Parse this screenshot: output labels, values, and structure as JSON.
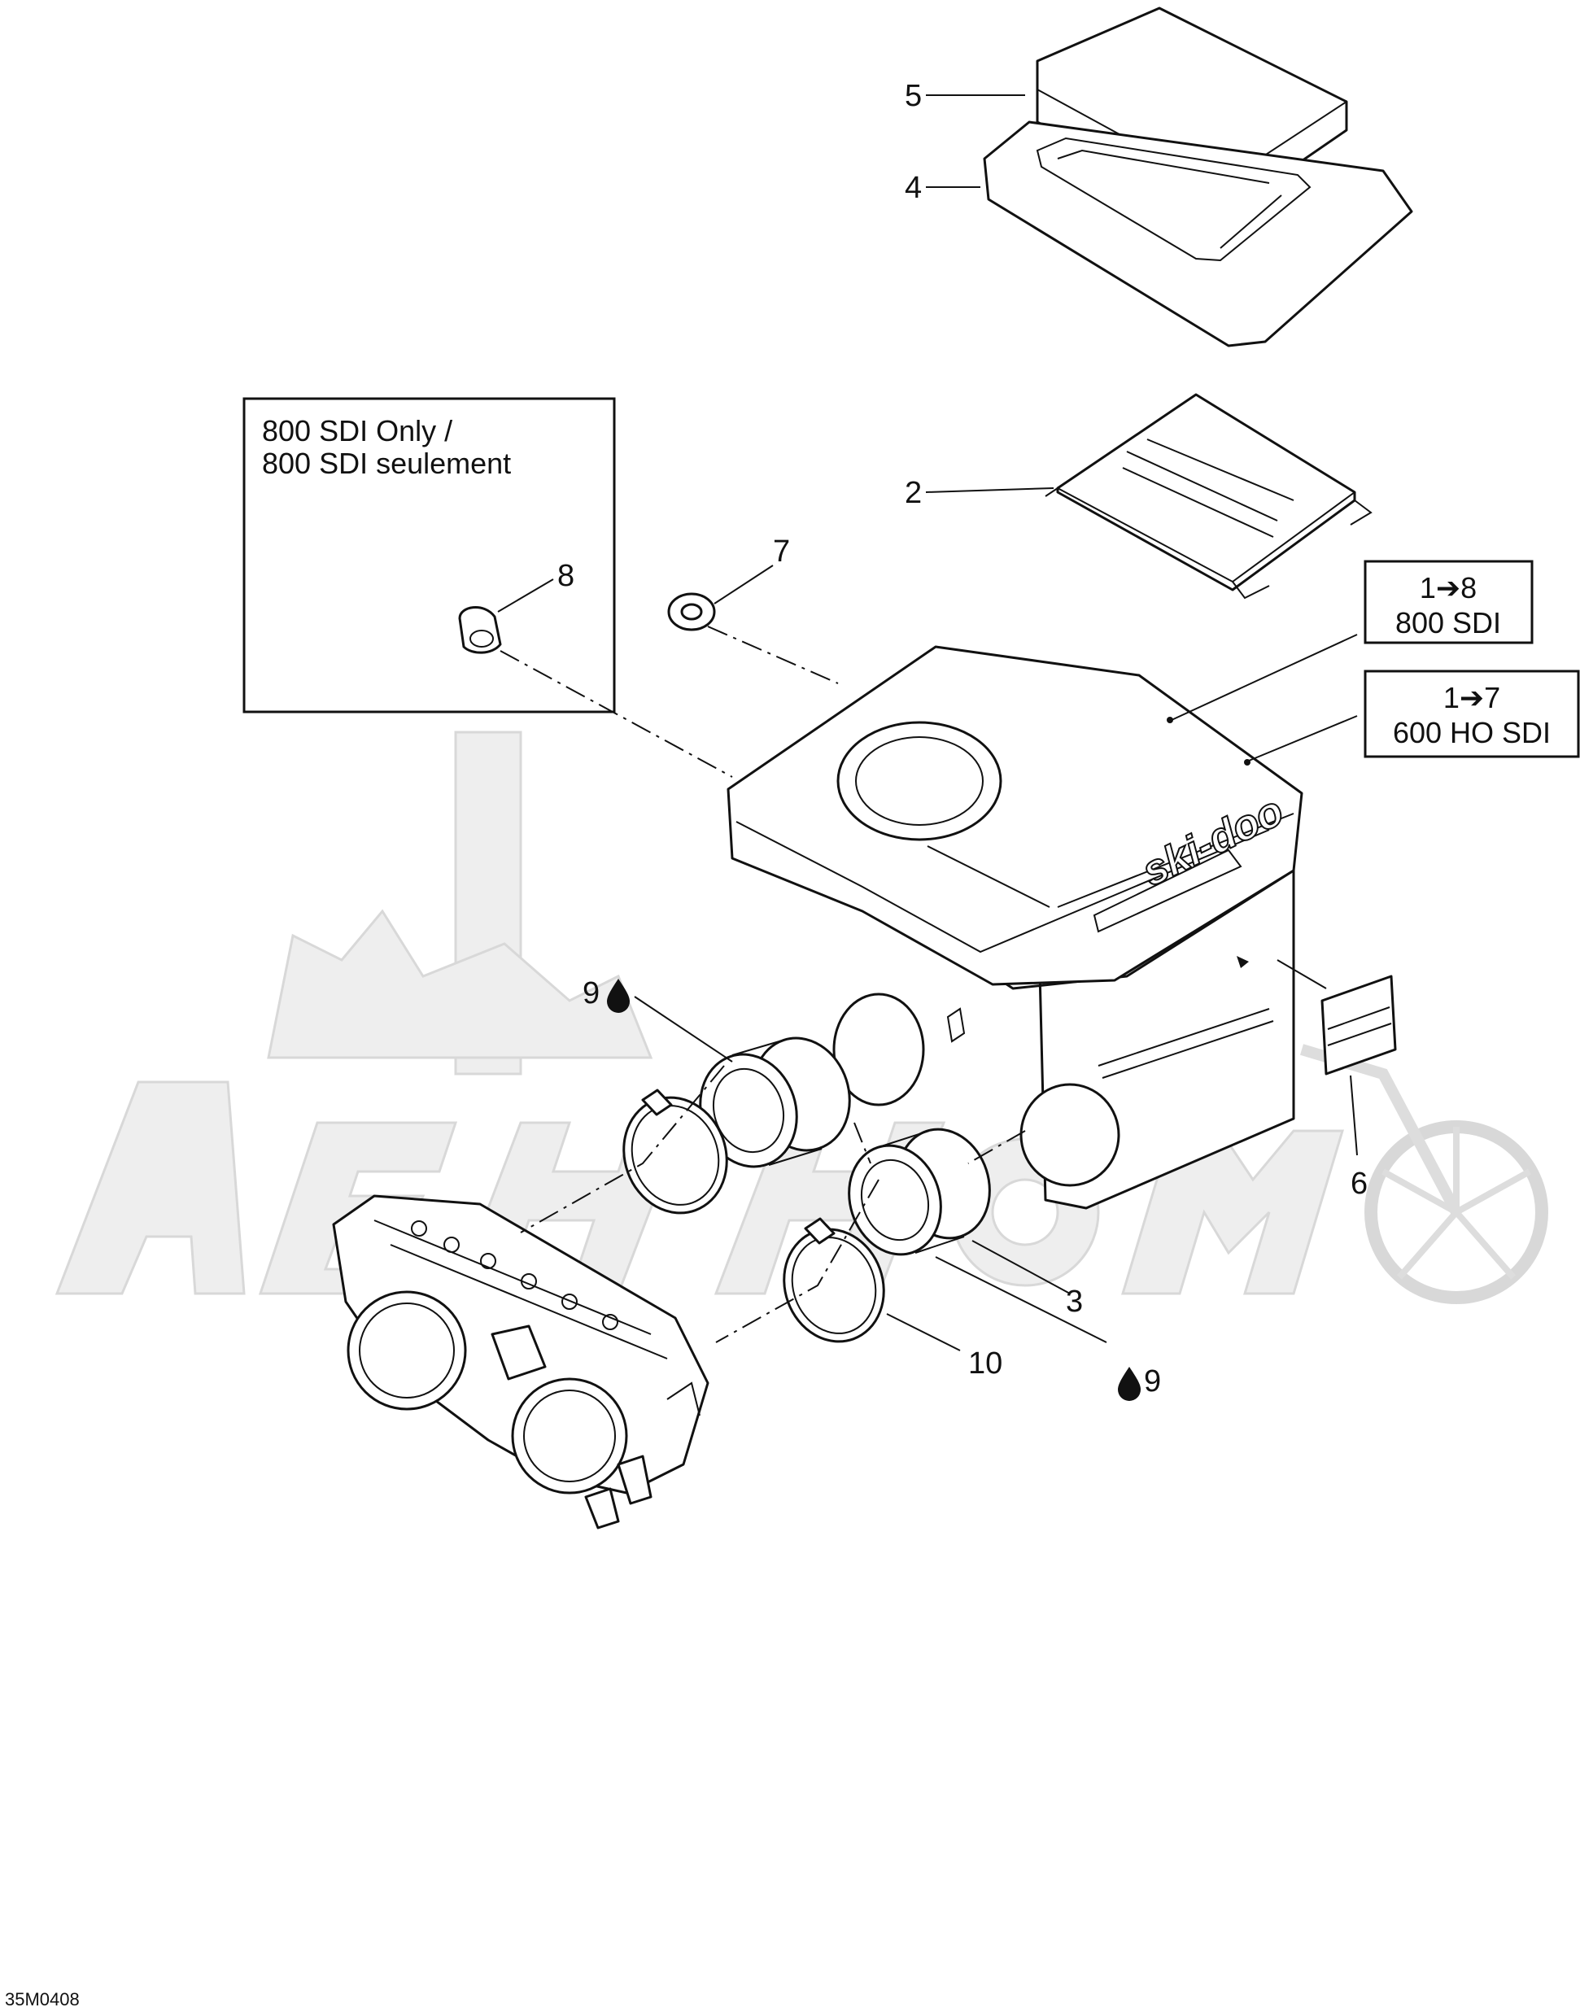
{
  "diagram": {
    "drawing_code": "35M0408",
    "brand_mark": "ski-doo",
    "note_box": {
      "line1": "800 SDI Only /",
      "line2": "800 SDI seulement"
    },
    "model_tags": [
      {
        "range": "1➔8",
        "model": "800 SDI"
      },
      {
        "range": "1➔7",
        "model": "600 HO SDI"
      }
    ],
    "callouts": [
      "5",
      "4",
      "2",
      "7",
      "8",
      "9",
      "9",
      "6",
      "3",
      "10"
    ],
    "lubricant_icon": "oil-drop-icon",
    "watermark": "building-and-motorcycle-watermark"
  }
}
